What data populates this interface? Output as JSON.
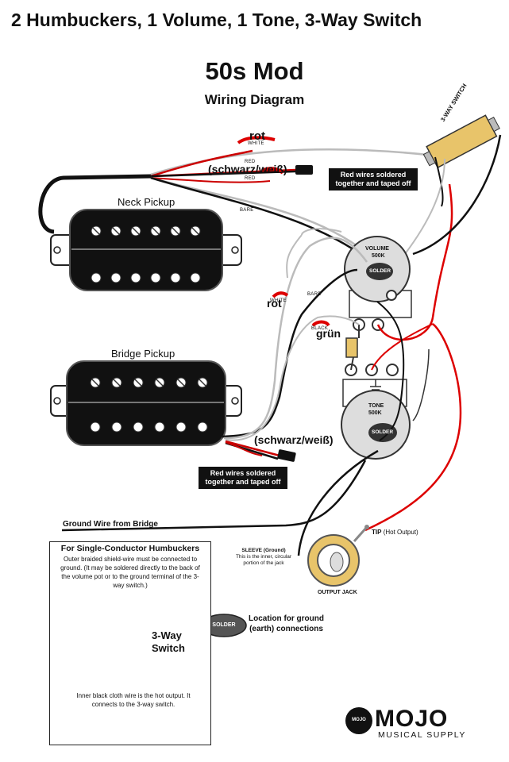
{
  "header": {
    "title": "2 Humbuckers, 1 Volume, 1 Tone, 3-Way Switch",
    "mod_title": "50s Mod",
    "subtitle": "Wiring Diagram"
  },
  "pickups": {
    "neck_label": "Neck Pickup",
    "bridge_label": "Bridge Pickup"
  },
  "wire_labels": {
    "white": "WHITE",
    "red": "RED",
    "red2": "RED",
    "bare_top": "BARE",
    "bare_mid": "BARE",
    "white_mid": "WHITE",
    "black": "BLACK"
  },
  "handwritten": {
    "rot_top": "rot",
    "schwarz_weiss_top": "(schwarz/weiß)",
    "rot_mid": "rot",
    "gruen": "grün",
    "schwarz_weiss_bottom": "(schwarz/weiß)"
  },
  "notes": {
    "red_soldered_top_line1": "Red wires soldered",
    "red_soldered_top_line2": "together and taped off",
    "red_soldered_bottom_line1": "Red wires soldered",
    "red_soldered_bottom_line2": "together and taped off"
  },
  "components": {
    "switch_label": "3-WAY SWITCH",
    "volume_label": "VOLUME",
    "volume_value": "500K",
    "tone_label": "TONE",
    "tone_value": "500K",
    "solder_label": "SOLDER",
    "solder_label_2": "SOLDER"
  },
  "ground_wire_label": "Ground Wire from Bridge",
  "jack": {
    "tip_label": "TIP",
    "tip_note": "(Hot Output)",
    "sleeve_label": "SLEEVE (Ground)",
    "sleeve_note_1": "This is the inner, circular",
    "sleeve_note_2": "portion of the jack",
    "jack_label": "OUTPUT JACK"
  },
  "single_conductor": {
    "title": "For Single-Conductor Humbuckers",
    "text": "Outer braided shield-wire must be connected to ground.  (It may be soldered directly to the back of the volume pot or to the ground terminal of the 3-way switch.)",
    "switch_line1": "3-Way",
    "switch_line2": "Switch",
    "inner_text": "Inner black cloth wire is the hot output. It connects to the 3-way switch."
  },
  "legend": {
    "badge": "SOLDER",
    "line1": "Location for ground",
    "line2": "(earth) connections"
  },
  "logo": {
    "badge": "MOJO",
    "name": "MOJO",
    "tagline": "MUSICAL SUPPLY"
  }
}
